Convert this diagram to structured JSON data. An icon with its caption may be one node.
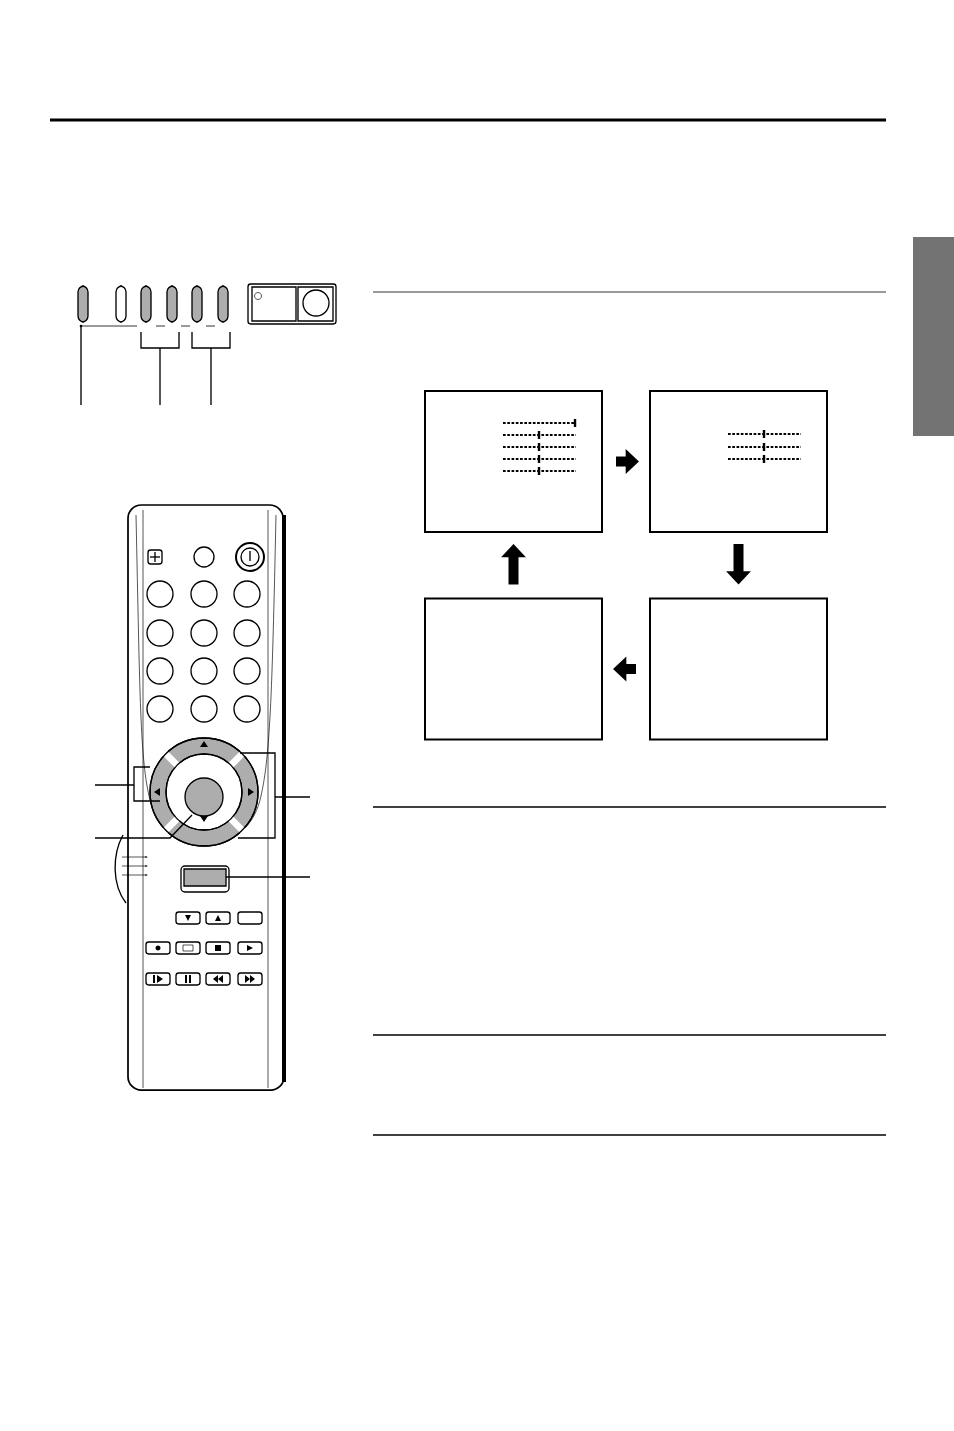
{
  "diagram": {
    "nodes": [
      {
        "text": [],
        "shape": "box"
      },
      {
        "text": [],
        "shape": "box"
      },
      {
        "text": [],
        "shape": "box"
      },
      {
        "text": [],
        "shape": "box"
      }
    ],
    "edges": [
      {
        "from": 0,
        "to": 1,
        "arrow": "to"
      },
      {
        "from": 1,
        "to": 3,
        "arrow": "to"
      },
      {
        "from": 3,
        "to": 2,
        "arrow": "to"
      },
      {
        "from": 2,
        "to": 0,
        "arrow": "to"
      }
    ]
  }
}
